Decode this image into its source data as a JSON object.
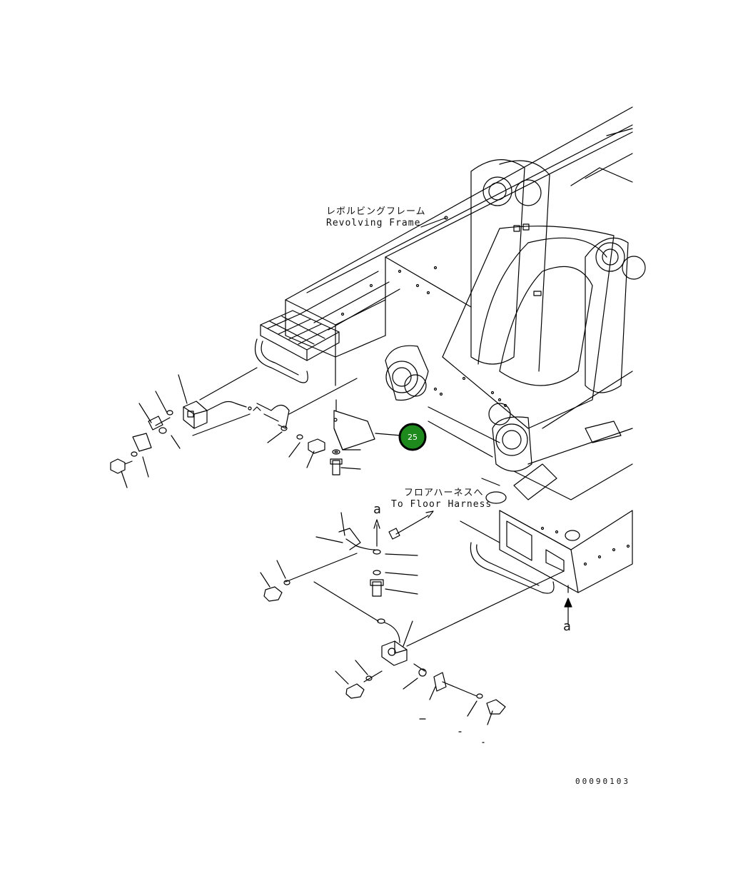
{
  "labels": {
    "revolving_frame_jp": "レボルビングフレーム",
    "revolving_frame_en": "Revolving Frame",
    "floor_harness_jp": "フロアハーネスへ",
    "floor_harness_en": "To Floor Harness",
    "view_marker_top": "a",
    "view_marker_bottom": "a",
    "drawing_number": "00090103"
  },
  "callouts": [
    {
      "number": "25",
      "fill": "#1e8a1e",
      "stroke": "#000000"
    }
  ],
  "colors": {
    "line": "#000000",
    "background": "#ffffff"
  }
}
